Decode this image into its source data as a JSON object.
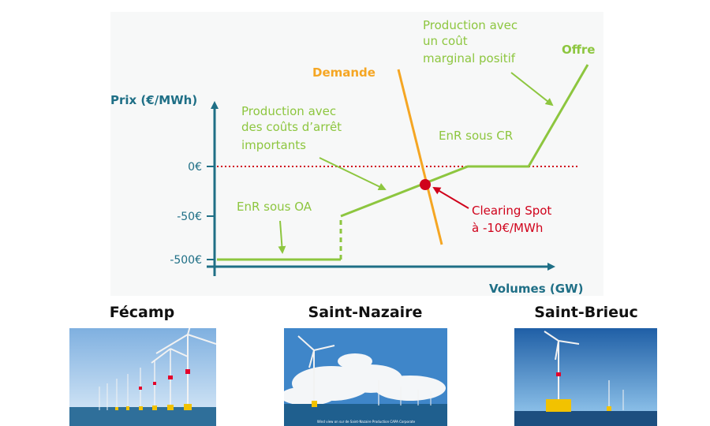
{
  "chart": {
    "y_axis_label": "Prix (€/MWh)",
    "x_axis_label": "Volumes (GW)",
    "y_ticks": [
      "0€",
      "-50€",
      "-500€"
    ],
    "supply_label": "Offre",
    "demand_label": "Demande",
    "annotations": {
      "enr_oa": "EnR sous OA",
      "arret_line1": "Production avec",
      "arret_line2": "des coûts d’arrêt",
      "arret_line3": "importants",
      "enr_cr": "EnR sous CR",
      "marginal_line1": "Production avec",
      "marginal_line2": "un coût",
      "marginal_line3": "marginal positif",
      "clearing_line1": "Clearing Spot",
      "clearing_line2": "à -10€/MWh"
    },
    "colors": {
      "axis": "#1f6f86",
      "supply": "#8dc63f",
      "demand": "#f5a623",
      "zero_line": "#d0021b",
      "clearing": "#d0021b"
    }
  },
  "photos": [
    {
      "caption": "Fécamp"
    },
    {
      "caption": "Saint-Nazaire",
      "credit": "Wind view on sur de Saint-Nazaire Production CAPA Corporate"
    },
    {
      "caption": "Saint-Brieuc"
    }
  ]
}
